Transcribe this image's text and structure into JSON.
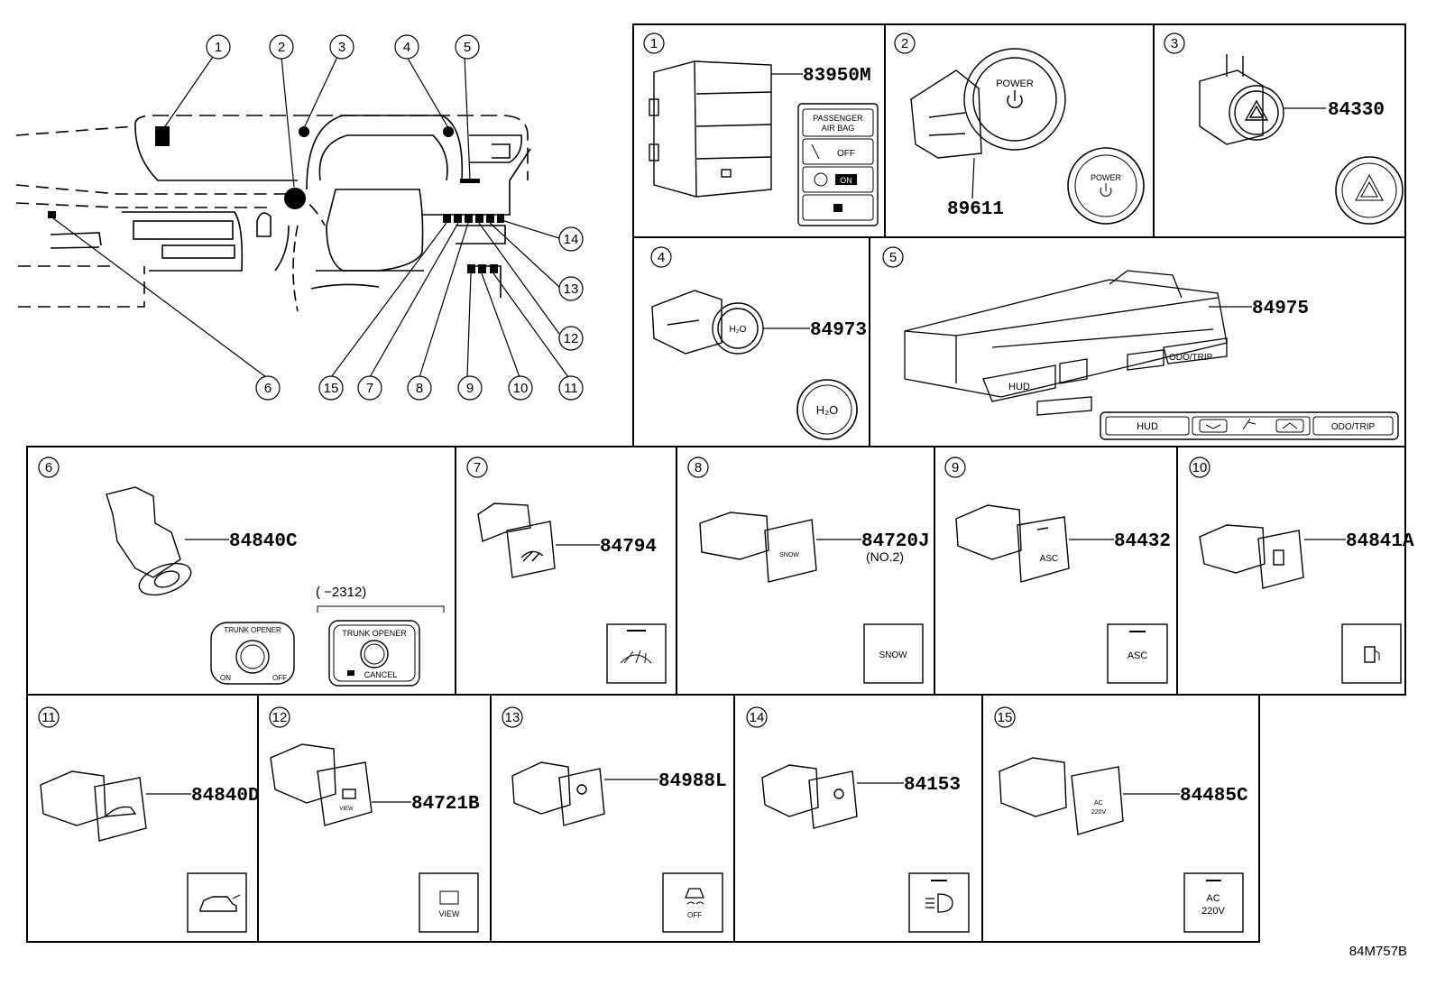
{
  "overview": {
    "callouts": [
      "1",
      "2",
      "3",
      "4",
      "5",
      "6",
      "7",
      "8",
      "9",
      "10",
      "11",
      "12",
      "13",
      "14",
      "15"
    ]
  },
  "panels": [
    {
      "num": "1",
      "part": "83950M",
      "labels": [
        "PASSENGER",
        "AIR BAG",
        "OFF",
        "ON"
      ]
    },
    {
      "num": "2",
      "part": "89611",
      "labels": [
        "POWER",
        "POWER"
      ]
    },
    {
      "num": "3",
      "part": "84330"
    },
    {
      "num": "4",
      "part": "84973",
      "labels": [
        "H₂O",
        "H₂O"
      ]
    },
    {
      "num": "5",
      "part": "84975",
      "labels": [
        "HUD",
        "ODO/TRIP",
        "HUD",
        "ODO/TRIP"
      ]
    },
    {
      "num": "6",
      "part": "84840C",
      "range": "(        −2312)",
      "labels": [
        "TRUNK OPENER",
        "ON",
        "OFF",
        "TRUNK OPENER",
        "CANCEL"
      ]
    },
    {
      "num": "7",
      "part": "84794"
    },
    {
      "num": "8",
      "part": "84720J",
      "sub": "(NO.2)",
      "labels": [
        "SNOW"
      ]
    },
    {
      "num": "9",
      "part": "84432",
      "labels": [
        "ASC",
        "ASC"
      ]
    },
    {
      "num": "10",
      "part": "84841A"
    },
    {
      "num": "11",
      "part": "84840D"
    },
    {
      "num": "12",
      "part": "84721B",
      "labels": [
        "VIEW"
      ]
    },
    {
      "num": "13",
      "part": "84988L",
      "labels": [
        "OFF"
      ]
    },
    {
      "num": "14",
      "part": "84153"
    },
    {
      "num": "15",
      "part": "84485C",
      "labels": [
        "AC",
        "220V",
        "AC",
        "220V"
      ]
    }
  ],
  "drawing_code": "84M757B"
}
